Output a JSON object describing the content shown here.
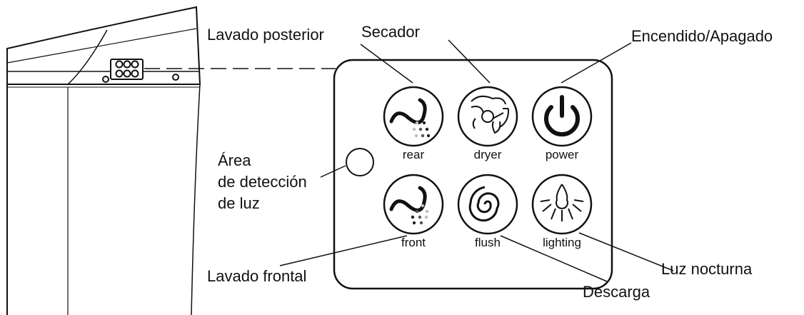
{
  "panel": {
    "buttons": [
      {
        "id": "rear",
        "label": "rear",
        "icon": "rear-wash-icon"
      },
      {
        "id": "dryer",
        "label": "dryer",
        "icon": "dryer-fan-icon"
      },
      {
        "id": "power",
        "label": "power",
        "icon": "power-icon"
      },
      {
        "id": "front",
        "label": "front",
        "icon": "front-wash-icon"
      },
      {
        "id": "flush",
        "label": "flush",
        "icon": "flush-swirl-icon"
      },
      {
        "id": "lighting",
        "label": "lighting",
        "icon": "lighting-bulb-icon"
      }
    ]
  },
  "callouts": {
    "rear": "Lavado posterior",
    "dryer": "Secador",
    "power": "Encendido/Apagado",
    "sensor_line1": "Área",
    "sensor_line2": "de detección",
    "sensor_line3": "de luz",
    "front": "Lavado frontal",
    "flush": "Descarga",
    "lighting": "Luz nocturna"
  },
  "colors": {
    "stroke": "#111111",
    "background": "#ffffff",
    "dots_light": "#bbbbbb",
    "dots_dark": "#222222"
  }
}
